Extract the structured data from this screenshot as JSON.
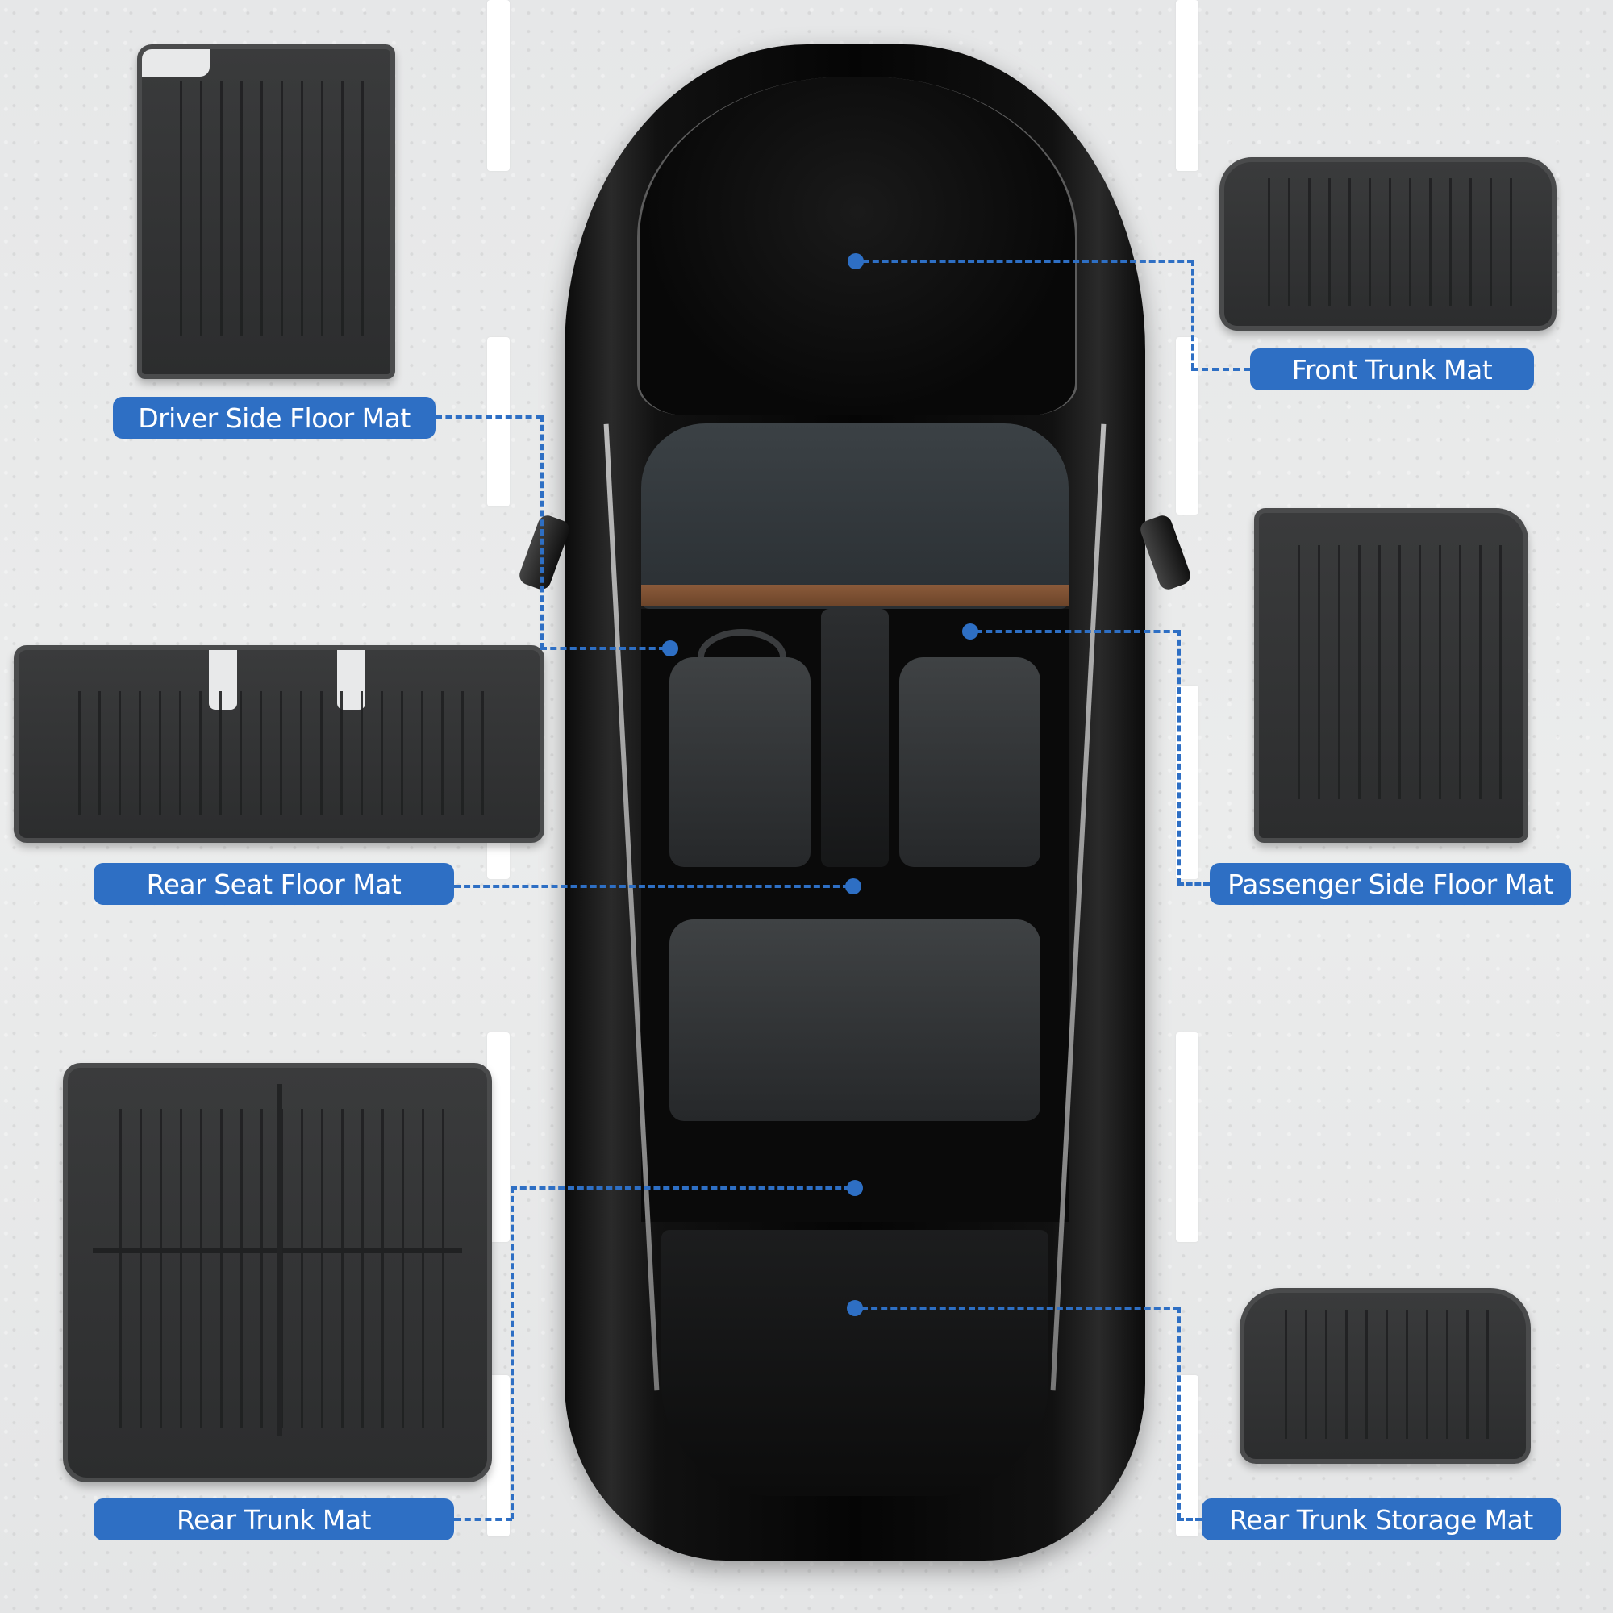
{
  "theme": {
    "accent": "#2e6fc4",
    "label_text": "#ffffff",
    "background": "#e9eaeb",
    "mat_color": "#333435"
  },
  "product": {
    "subject": "car-top-view",
    "mats": [
      {
        "id": "driver",
        "label": "Driver Side Floor Mat"
      },
      {
        "id": "front_trunk",
        "label": "Front Trunk Mat"
      },
      {
        "id": "rear_seat",
        "label": "Rear Seat Floor Mat"
      },
      {
        "id": "passenger",
        "label": "Passenger Side Floor Mat"
      },
      {
        "id": "rear_trunk",
        "label": "Rear Trunk Mat"
      },
      {
        "id": "rear_trunk_storage",
        "label": "Rear Trunk Storage Mat"
      }
    ]
  },
  "labels": {
    "driver": "Driver Side Floor Mat",
    "front_trunk": "Front Trunk Mat",
    "rear_seat": "Rear Seat Floor Mat",
    "passenger": "Passenger Side Floor Mat",
    "rear_trunk": "Rear Trunk Mat",
    "rear_trunk_storage": "Rear Trunk Storage Mat"
  }
}
